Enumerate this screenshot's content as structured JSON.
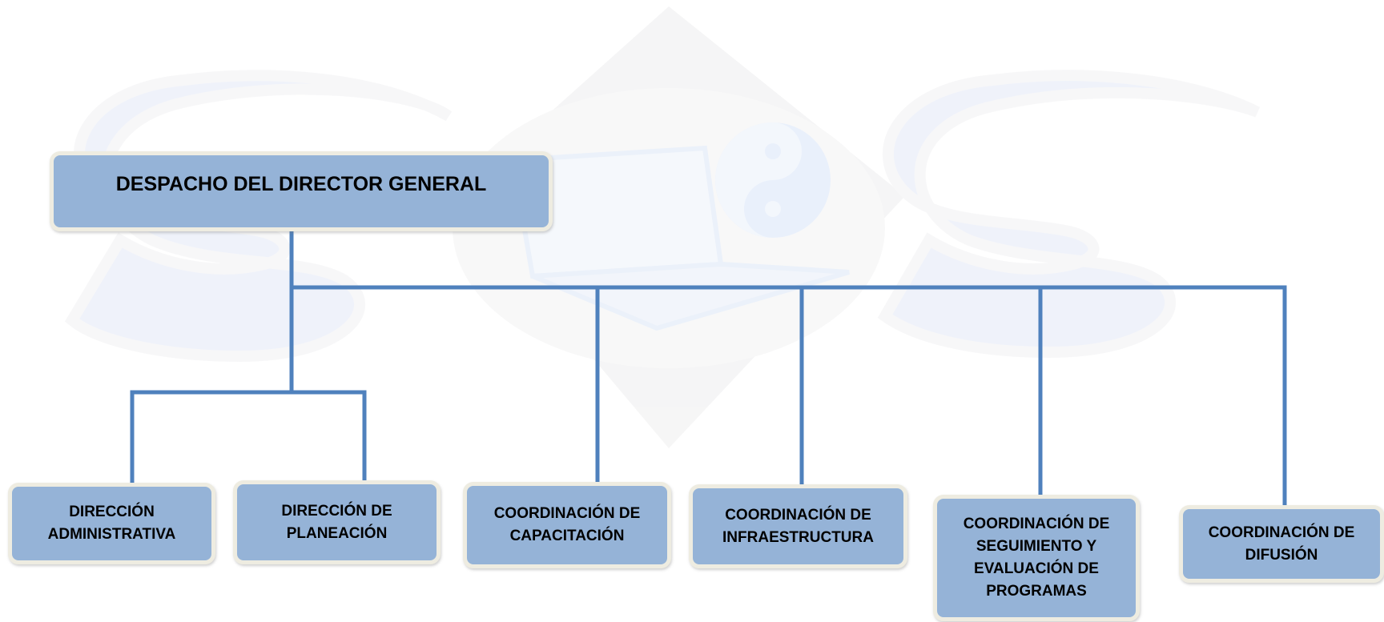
{
  "org_chart": {
    "root": {
      "label": "DESPACHO DEL DIRECTOR GENERAL"
    },
    "units": [
      {
        "label": "DIRECCIÓN ADMINISTRATIVA"
      },
      {
        "label": "DIRECCIÓN DE PLANEACIÓN"
      },
      {
        "label": "COORDINACIÓN DE CAPACITACIÓN"
      },
      {
        "label": "COORDINACIÓN DE INFRAESTRUCTURA"
      },
      {
        "label": "COORDINACIÓN DE SEGUIMIENTO Y EVALUACIÓN DE PROGRAMAS"
      },
      {
        "label": "COORDINACIÓN DE DIFUSIÓN"
      }
    ]
  },
  "colors": {
    "box_fill": "#95b3d7",
    "box_border": "#eeece1",
    "connector": "#4f81bd",
    "watermark": "#e6ebf7"
  },
  "watermark": {
    "description_icon": "yin-yang-icon"
  }
}
